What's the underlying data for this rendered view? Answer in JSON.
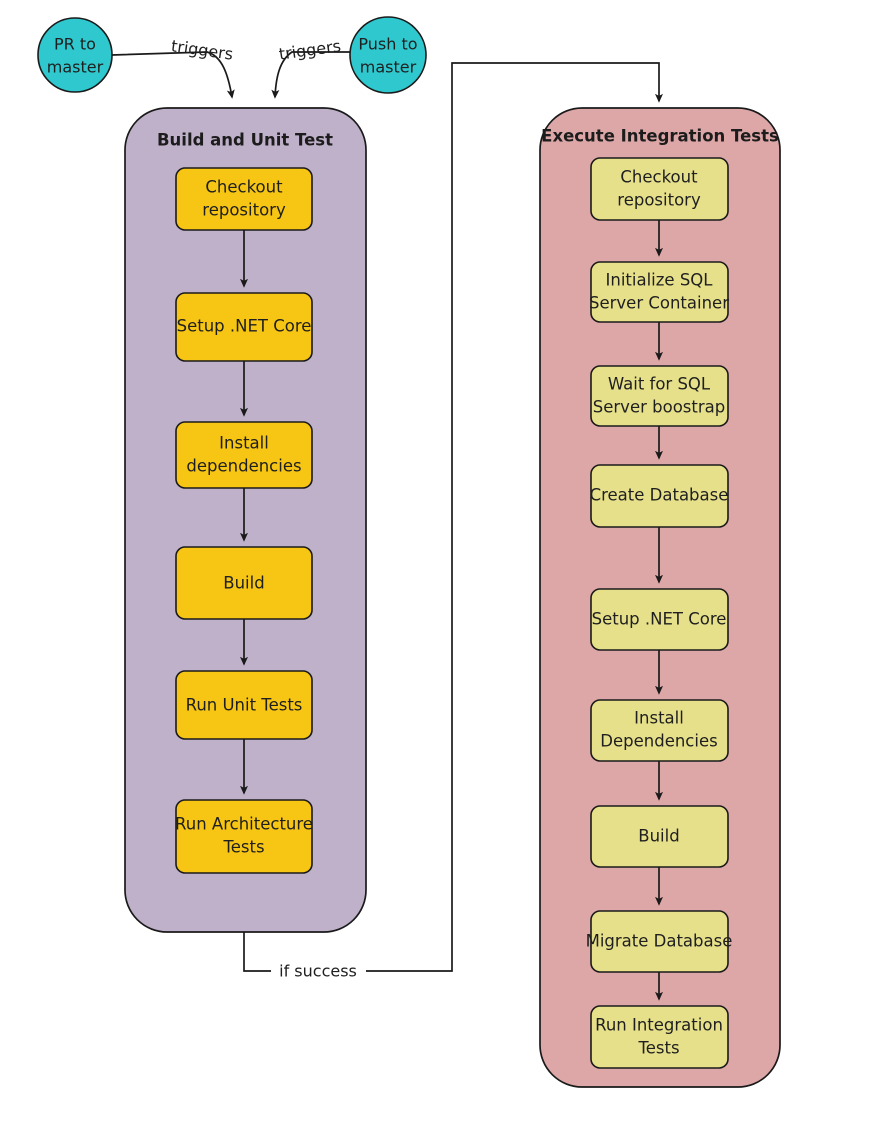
{
  "diagram": {
    "title": "CI/CD pipeline flowchart",
    "colors": {
      "trigger_fill": "#2ec8ce",
      "build_group_fill": "#bfb1ca",
      "integration_group_fill": "#dda7a7",
      "build_node_fill": "#f7c614",
      "integration_node_fill": "#e6e08a",
      "stroke": "#1a1a1a",
      "text": "#1f1f1f",
      "background": "#ffffff"
    }
  },
  "triggers": [
    {
      "id": "pr-to-master",
      "label_line1": "PR to",
      "label_line2": "master"
    },
    {
      "id": "push-to-master",
      "label_line1": "Push to",
      "label_line2": "master"
    }
  ],
  "trigger_edges": [
    {
      "id": "pr-trigger-edge",
      "label": "triggers"
    },
    {
      "id": "push-trigger-edge",
      "label": "triggers"
    }
  ],
  "groups": [
    {
      "id": "build-and-unit-test",
      "title": "Build and Unit Test",
      "nodes": [
        {
          "id": "checkout-repository",
          "line1": "Checkout",
          "line2": "repository"
        },
        {
          "id": "setup-dotnet-core",
          "line1": "Setup .NET Core",
          "line2": ""
        },
        {
          "id": "install-dependencies",
          "line1": "Install",
          "line2": "dependencies"
        },
        {
          "id": "build",
          "line1": "Build",
          "line2": ""
        },
        {
          "id": "run-unit-tests",
          "line1": "Run Unit Tests",
          "line2": ""
        },
        {
          "id": "run-architecture-tests",
          "line1": "Run Architecture",
          "line2": "Tests"
        }
      ]
    },
    {
      "id": "execute-integration-tests",
      "title": "Execute Integration Tests",
      "nodes": [
        {
          "id": "checkout-repository-2",
          "line1": "Checkout",
          "line2": "repository"
        },
        {
          "id": "initialize-sql-server-container",
          "line1": "Initialize SQL",
          "line2": "Server Container"
        },
        {
          "id": "wait-for-sql-server-boostrap",
          "line1": "Wait for SQL",
          "line2": "Server boostrap"
        },
        {
          "id": "create-database",
          "line1": "Create Database",
          "line2": ""
        },
        {
          "id": "setup-dotnet-core-2",
          "line1": "Setup .NET Core",
          "line2": ""
        },
        {
          "id": "install-dependencies-2",
          "line1": "Install",
          "line2": "Dependencies"
        },
        {
          "id": "build-2",
          "line1": "Build",
          "line2": ""
        },
        {
          "id": "migrate-database",
          "line1": "Migrate Database",
          "line2": ""
        },
        {
          "id": "run-integration-tests",
          "line1": "Run Integration",
          "line2": "Tests"
        }
      ]
    }
  ],
  "group_edges": [
    {
      "id": "if-success-edge",
      "label": "if success",
      "from": "build-and-unit-test",
      "to": "execute-integration-tests"
    }
  ]
}
